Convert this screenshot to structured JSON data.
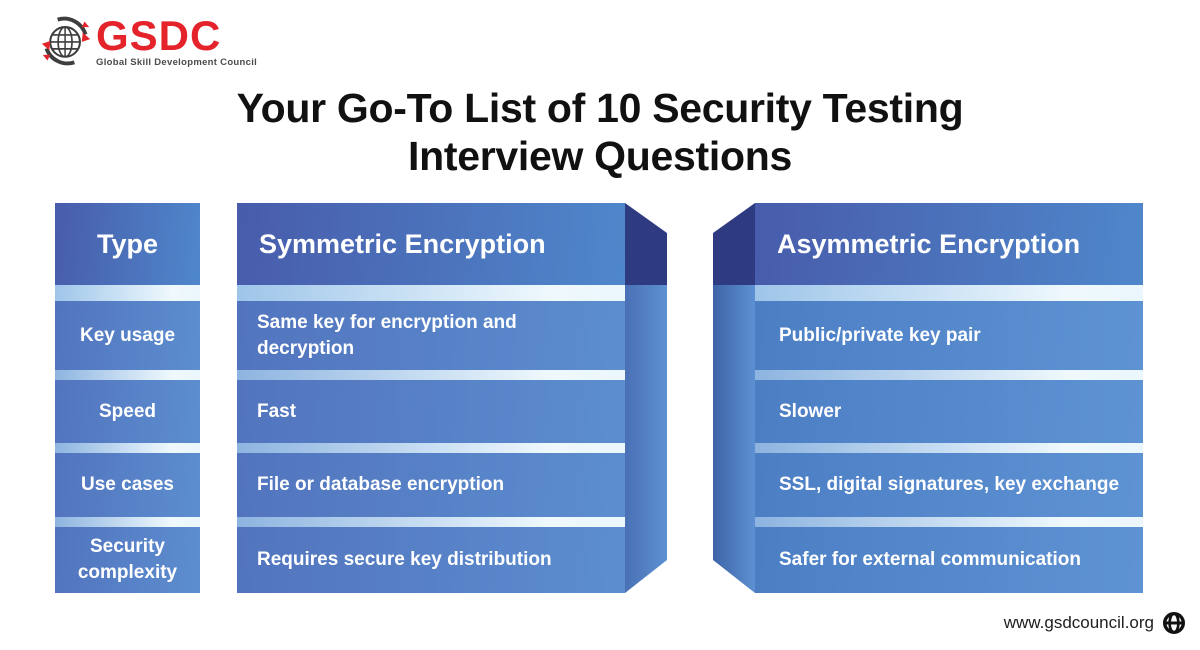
{
  "brand": {
    "name": "GSDC",
    "tagline": "Global Skill Development Council"
  },
  "title": {
    "line1": "Your Go-To List of 10 Security Testing",
    "line2": "Interview Questions"
  },
  "comparison_table": {
    "type": "table",
    "columns": [
      {
        "header": "Type",
        "rows": [
          "Key usage",
          "Speed",
          "Use cases",
          "Security complexity"
        ]
      },
      {
        "header": "Symmetric Encryption",
        "rows": [
          "Same key for encryption and decryption",
          "Fast",
          "File or database encryption",
          "Requires secure key distribution"
        ]
      },
      {
        "header": "Asymmetric Encryption",
        "rows": [
          "Public/private key pair",
          "Slower",
          "SSL, digital signatures, key exchange",
          "Safer for external communication"
        ]
      }
    ]
  },
  "footer": {
    "website": "www.gsdcouncil.org"
  },
  "colors": {
    "brand_red": "#e4232b",
    "header_gradient_start": "#485cab",
    "header_gradient_end": "#4f87cb",
    "row_gradient_start": "#5274be",
    "row_gradient_end": "#5c8ecf",
    "fold_navy": "#2f3b80",
    "separator_start": "#8db4e0",
    "separator_end": "#ecf7fd",
    "title_text": "#111111"
  }
}
